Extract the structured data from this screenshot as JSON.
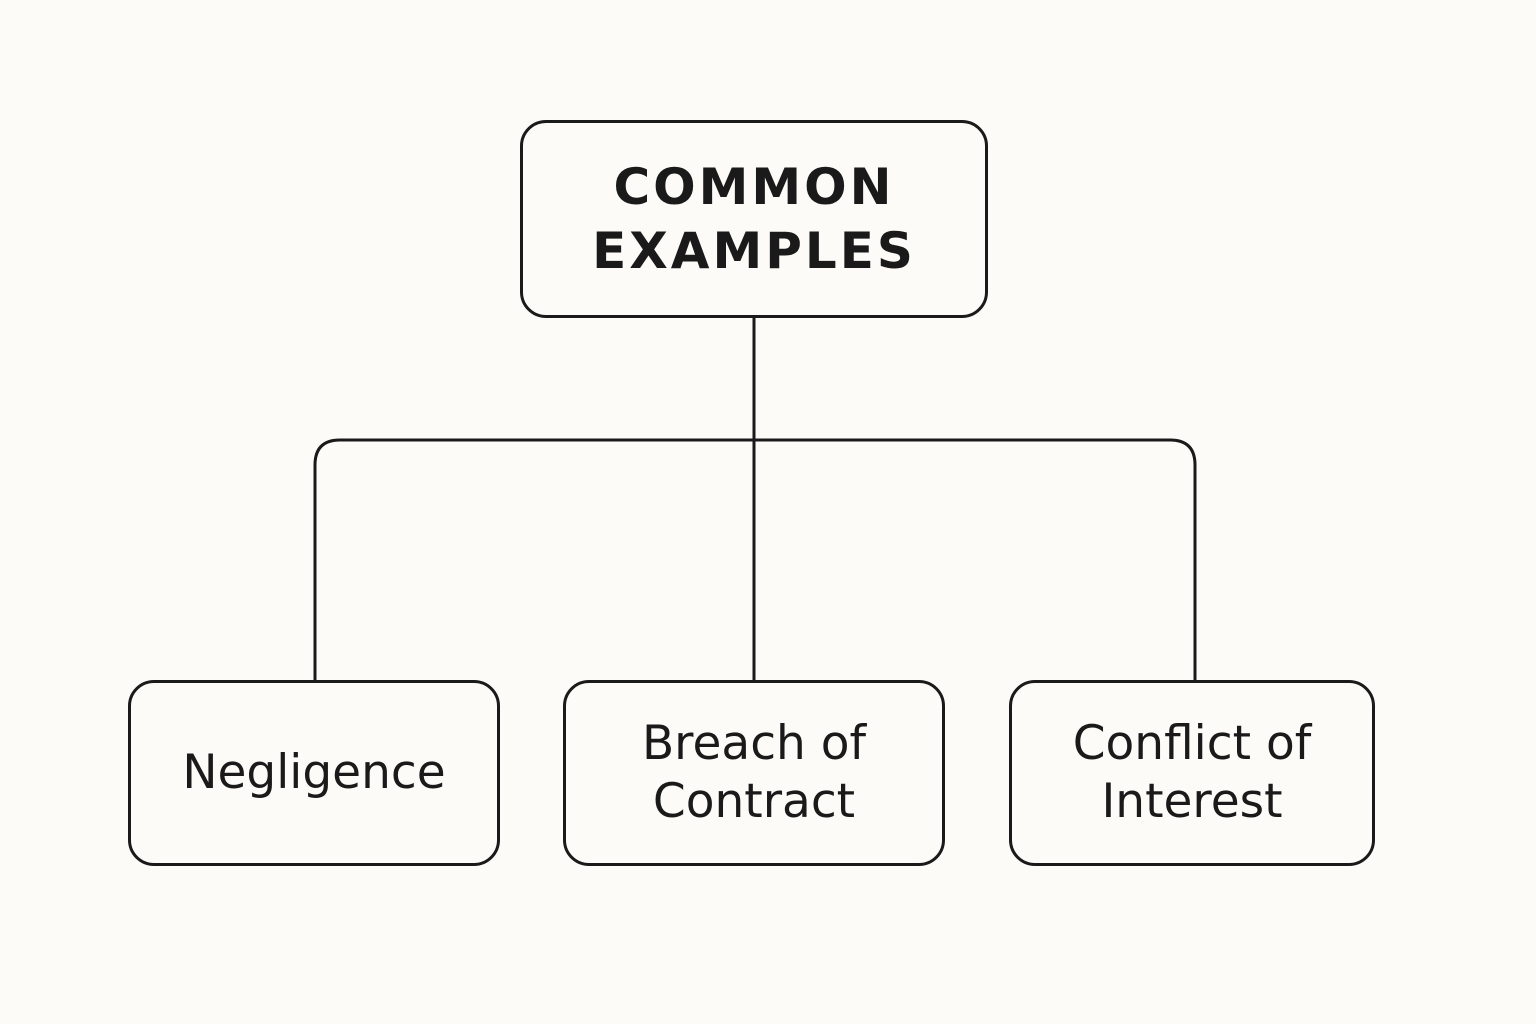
{
  "diagram": {
    "root": {
      "lines": [
        "COMMON",
        "EXAMPLES"
      ]
    },
    "children": [
      {
        "lines": [
          "Negligence"
        ]
      },
      {
        "lines": [
          "Breach of",
          "Contract"
        ]
      },
      {
        "lines": [
          "Conflict of",
          "Interest"
        ]
      }
    ]
  },
  "colors": {
    "background": "#fcfbf7",
    "stroke": "#1a1a1a",
    "text": "#1a1a1a"
  }
}
